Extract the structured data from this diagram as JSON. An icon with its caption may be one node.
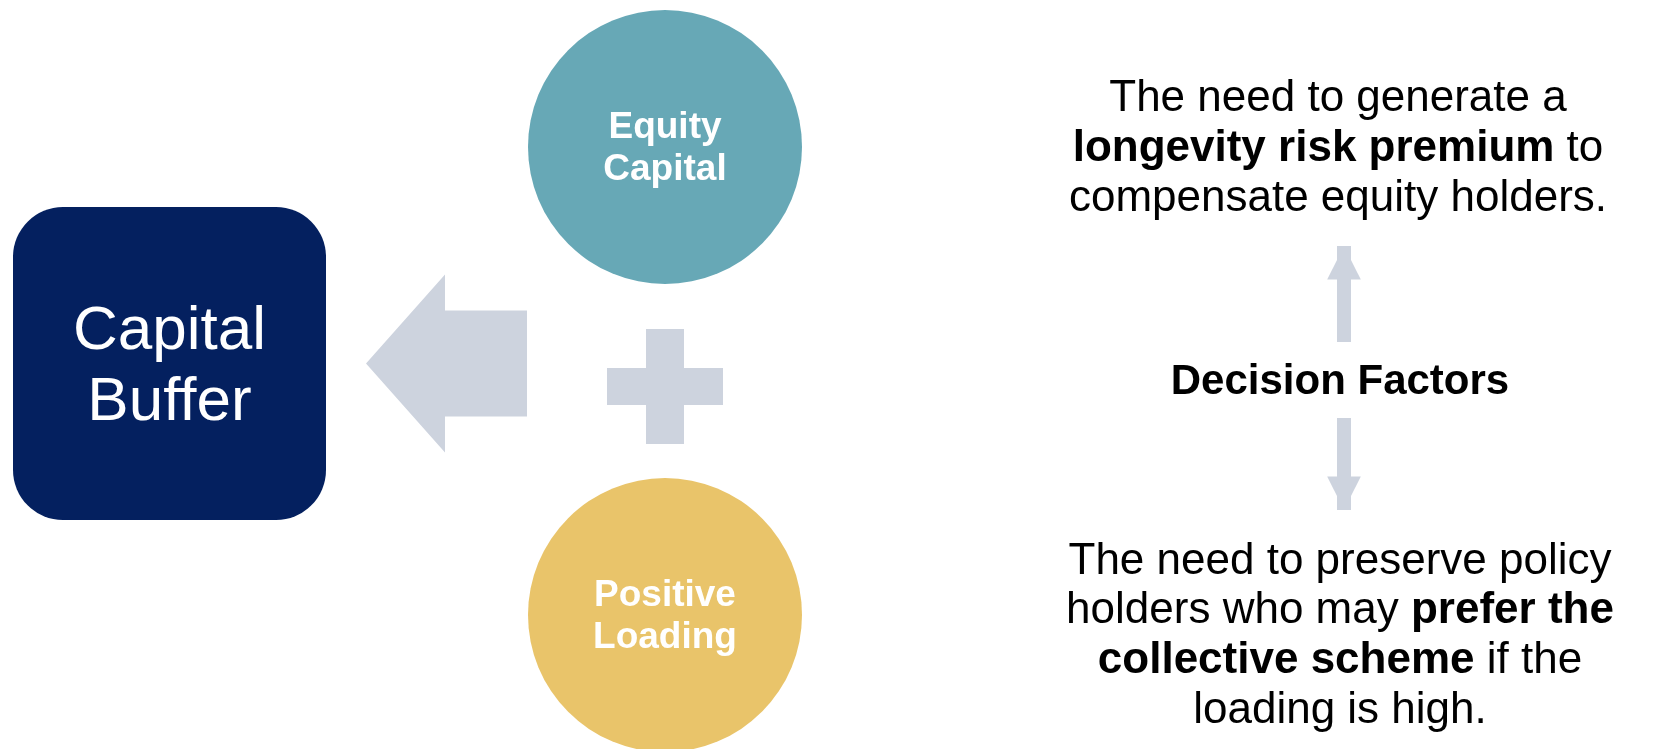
{
  "diagram": {
    "nodes": [
      {
        "text": [
          "Capital Buffer"
        ]
      },
      {
        "text": [
          "Equity Capital"
        ]
      },
      {
        "text": [],
        "shape": "cross"
      },
      {
        "text": [
          "Positive Loading"
        ]
      },
      {
        "text": [
          "Decision Factors"
        ]
      },
      {
        "text": [
          "The need to generate a **longevity risk premium** to compensate equity holders."
        ]
      },
      {
        "text": [
          "The need to preserve policy holders who may **prefer the collective scheme** if the loading is high."
        ]
      }
    ],
    "edges": [
      {
        "from": null,
        "to": 0,
        "arrow": "to",
        "style": "thick"
      },
      {
        "from": 4,
        "to": 5,
        "arrow": "to"
      },
      {
        "from": 4,
        "to": 6,
        "arrow": "to"
      }
    ]
  }
}
